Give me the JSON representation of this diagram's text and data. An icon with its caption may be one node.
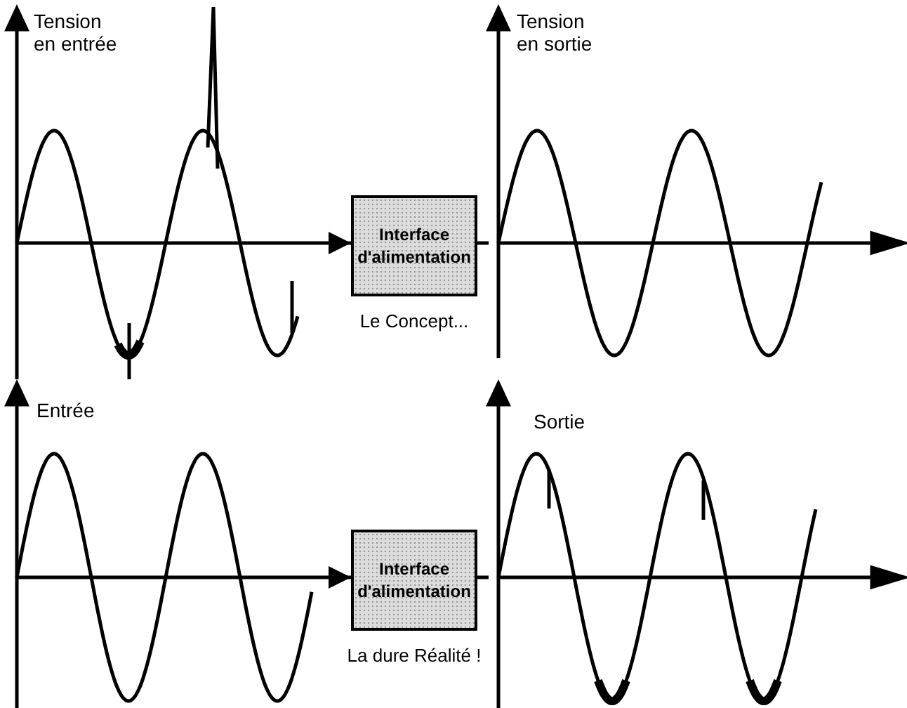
{
  "diagram": {
    "nodes": [
      {
        "text": [
          "Tension en entrée"
        ]
      },
      {
        "text": [
          "Interface d'alimentation"
        ],
        "beside": [
          "Le Concept..."
        ]
      },
      {
        "text": [
          "Tension en sortie"
        ]
      },
      {
        "text": [
          "Entrée"
        ]
      },
      {
        "text": [
          "Interface d'alimentation"
        ],
        "beside": [
          "La dure Réalité !"
        ]
      },
      {
        "text": [
          "Sortie"
        ]
      }
    ],
    "edges": [
      {
        "from": 0,
        "to": 1,
        "arrow": "to"
      },
      {
        "from": 1,
        "to": 2,
        "arrow": "none"
      },
      {
        "from": 3,
        "to": 4,
        "arrow": "to"
      },
      {
        "from": 4,
        "to": 5,
        "arrow": "none"
      }
    ]
  }
}
